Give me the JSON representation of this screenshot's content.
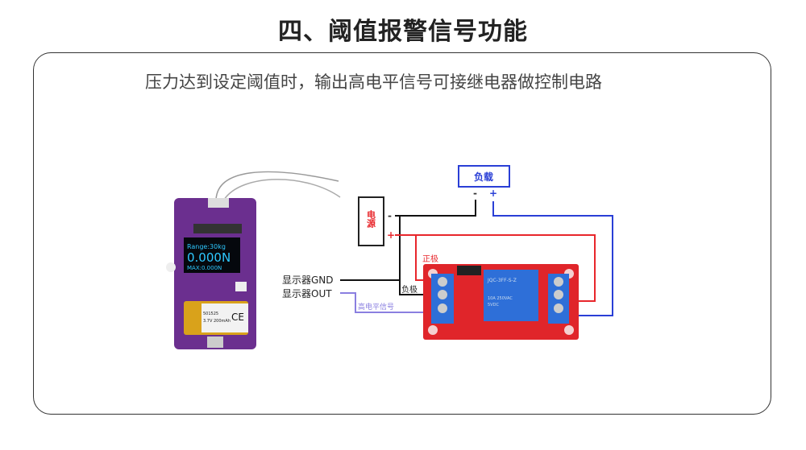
{
  "title": "四、阈值报警信号功能",
  "subtitle": "压力达到设定阈值时，输出高电平信号可接继电器做控制电路",
  "device": {
    "screen_line1": "Range:30kg",
    "screen_line2": "0.000N",
    "screen_line3": "MAX:0.000N",
    "battery_label": "3.7V 200mAh",
    "battery_model": "501525",
    "ce_mark": "CE"
  },
  "diagram": {
    "power_label": "电源",
    "load_label": "负载",
    "minus": "-",
    "plus": "+",
    "positive_label": "正极",
    "negative_label": "负极",
    "gnd_label": "显示器GND",
    "out_label": "显示器OUT",
    "signal_label": "高电平信号",
    "relay_model": "JQC-3FF-S-Z",
    "relay_spec1": "10A 250VAC",
    "relay_spec2": "5VDC"
  },
  "colors": {
    "red_wire": "#e8262b",
    "blue_wire": "#2a3fd6",
    "signal_wire": "#8a7fe0",
    "board_purple": "#6b2f8f",
    "relay_board": "#e0252a",
    "relay_blue": "#2e6fd8"
  }
}
